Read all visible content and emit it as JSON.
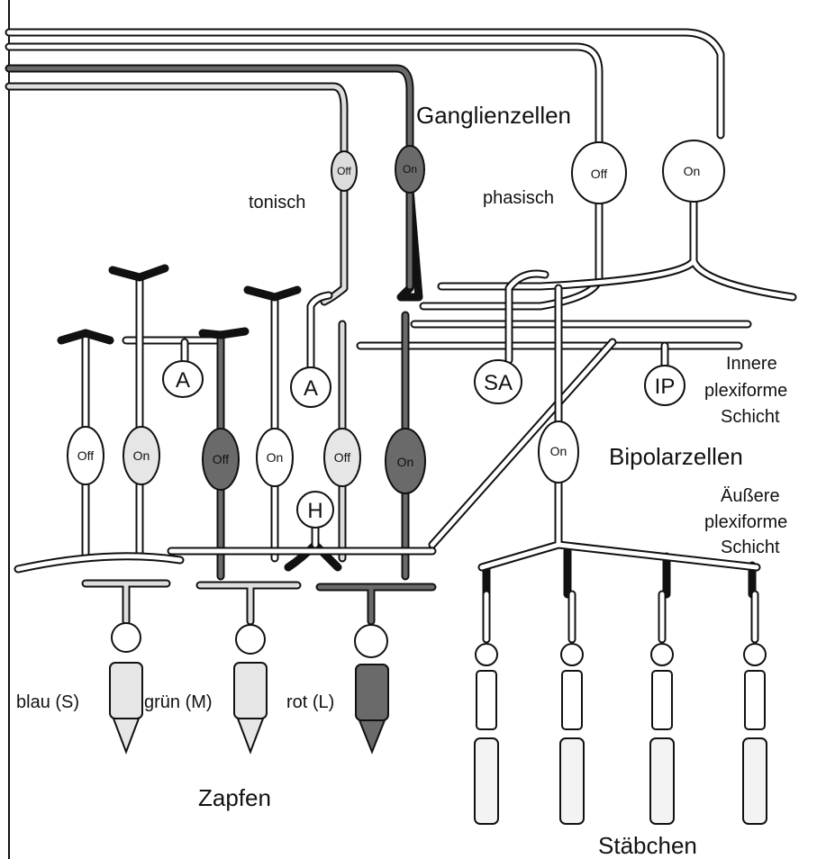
{
  "labels": {
    "ganglion_cells": "Ganglienzellen",
    "tonic": "tonisch",
    "phasic": "phasisch",
    "inner_plexiform": [
      "Innere",
      "plexiforme",
      "Schicht"
    ],
    "bipolar_cells": "Bipolarzellen",
    "outer_plexiform": [
      "Äußere",
      "plexiforme",
      "Schicht"
    ],
    "cone_blue": "blau (S)",
    "cone_green": "grün (M)",
    "cone_red": "rot (L)",
    "cones": "Zapfen",
    "rods": "Stäbchen"
  },
  "cells": {
    "ganglion_tonic_off": "Off",
    "ganglion_tonic_on": "On",
    "ganglion_phasic_off": "Off",
    "ganglion_phasic_on": "On",
    "amacrine_1": "A",
    "amacrine_2": "A",
    "amacrine_sa": "SA",
    "interplexiform": "IP",
    "bipolar_blue_off": "Off",
    "bipolar_blue_on": "On",
    "bipolar_green_off": "Off",
    "bipolar_green_on": "On",
    "bipolar_red_off": "Off",
    "bipolar_red_on": "On",
    "rod_bipolar": "On",
    "horizontal": "H"
  },
  "colors": {
    "outline": "#111111",
    "dark_fill": "#6a6a6a",
    "light_fill": "#e6e6e6",
    "background": "#ffffff"
  }
}
